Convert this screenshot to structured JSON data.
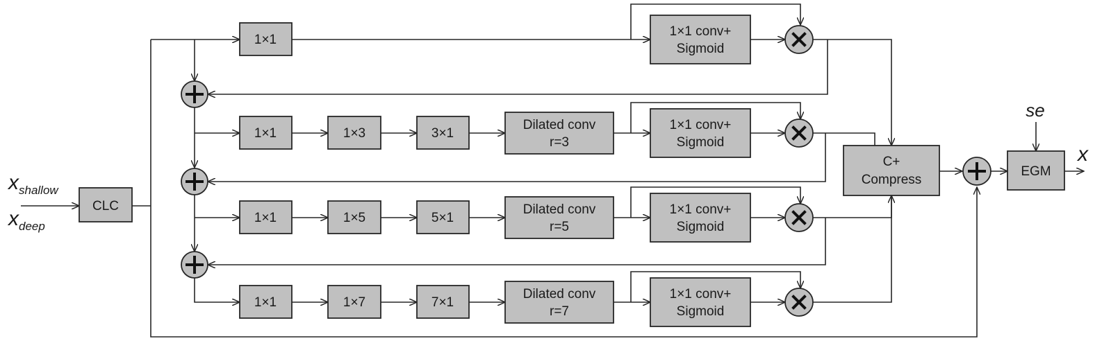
{
  "inputs": {
    "x_main": "x",
    "shallow_sub": "shallow",
    "deep_sub": "deep",
    "se": "se",
    "output": "x"
  },
  "blocks": {
    "clc": "CLC",
    "b0_1x1": "1×1",
    "b1_1x1": "1×1",
    "b1_1xk": "1×3",
    "b1_kx1": "3×1",
    "b2_1x1": "1×1",
    "b2_1xk": "1×5",
    "b2_kx1": "5×1",
    "b3_1x1": "1×1",
    "b3_1xk": "1×7",
    "b3_kx1": "7×1",
    "dil_line1": "Dilated conv",
    "b1_r": "r=3",
    "b2_r": "r=5",
    "b3_r": "r=7",
    "sig_line1": "1×1 conv+",
    "sig_line2": "Sigmoid",
    "compress_line1": "C+",
    "compress_line2": "Compress",
    "egm": "EGM"
  }
}
